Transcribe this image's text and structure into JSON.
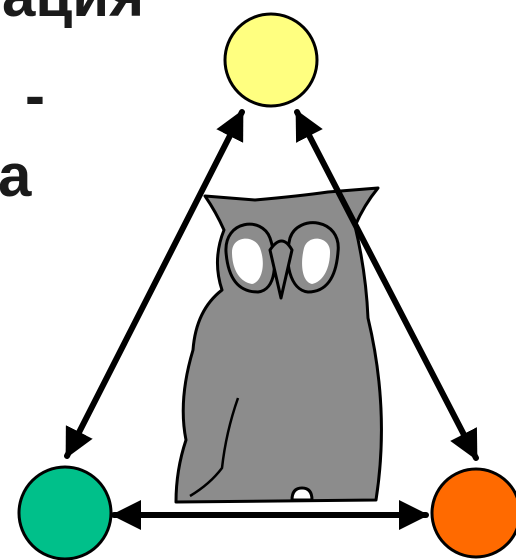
{
  "text_fragments": [
    "ация",
    "-",
    "а"
  ],
  "nodes": [
    {
      "id": "top",
      "color": "#ffff80"
    },
    {
      "id": "bottom-left",
      "color": "#00c08a"
    },
    {
      "id": "bottom-right",
      "color": "#ff6a00"
    }
  ],
  "edges": [
    {
      "from": "top",
      "to": "bottom-left",
      "arrows": "both"
    },
    {
      "from": "top",
      "to": "bottom-right",
      "arrows": "both"
    },
    {
      "from": "bottom-left",
      "to": "bottom-right",
      "arrows": "both"
    }
  ],
  "center_image": "owl-icon",
  "colors": {
    "owl_body": "#8c8c8c",
    "outline": "#000000",
    "arrow": "#000000"
  }
}
